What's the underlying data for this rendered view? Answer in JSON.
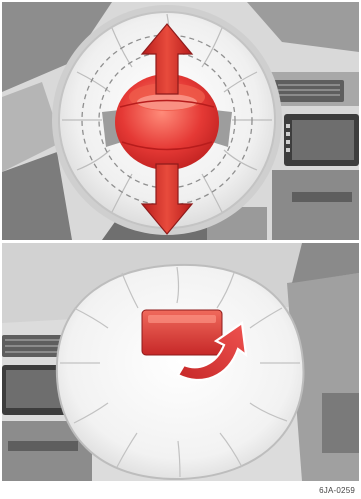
{
  "illustration": {
    "top_panel": {
      "subject": "steering-wheel-airbag-inflation",
      "arrow_icons": [
        "arrow-up-icon",
        "arrow-down-icon"
      ]
    },
    "bottom_panel": {
      "subject": "inflated-airbag-deflating",
      "arrow_icons": [
        "curved-arrow-icon"
      ]
    },
    "colors": {
      "airbag_red": "#e03a3a",
      "arrow_red": "#c62828",
      "airbag_white": "#f4f4f4",
      "interior_grey": "#9a9a9a"
    }
  },
  "reference_code": "6JA-0259"
}
